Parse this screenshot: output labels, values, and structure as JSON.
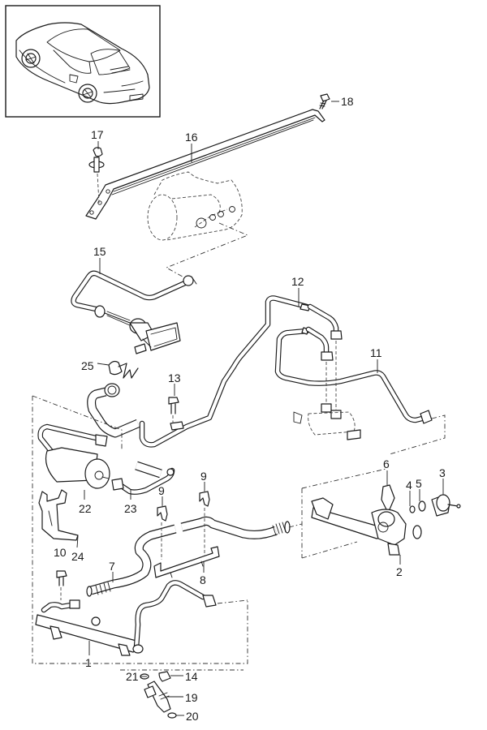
{
  "diagram": {
    "title": "Fuel collection pipe / fuel line exploded parts diagram",
    "inset": {
      "subject": "vehicle overview (coupe, rear three-quarter view)"
    },
    "callouts": [
      {
        "id": "c1",
        "label": "1",
        "part": "fuel collection pipe (left)"
      },
      {
        "id": "c2",
        "label": "2",
        "part": "fuel collection pipe (right)"
      },
      {
        "id": "c3",
        "label": "3",
        "part": "fuel pressure regulator"
      },
      {
        "id": "c4",
        "label": "4",
        "part": "O-ring"
      },
      {
        "id": "c5",
        "label": "5",
        "part": "O-ring"
      },
      {
        "id": "c6",
        "label": "6",
        "part": "retaining clip"
      },
      {
        "id": "c7",
        "label": "7",
        "part": "fuel hose"
      },
      {
        "id": "c8",
        "label": "8",
        "part": "holder"
      },
      {
        "id": "c9a",
        "label": "9",
        "part": "clip"
      },
      {
        "id": "c9b",
        "label": "9",
        "part": "clip"
      },
      {
        "id": "c10",
        "label": "10",
        "part": "bolt"
      },
      {
        "id": "c11",
        "label": "11",
        "part": "fuel line"
      },
      {
        "id": "c12",
        "label": "12",
        "part": "fuel line"
      },
      {
        "id": "c13",
        "label": "13",
        "part": "bolt"
      },
      {
        "id": "c14",
        "label": "14",
        "part": "clip"
      },
      {
        "id": "c15",
        "label": "15",
        "part": "vacuum line with valve"
      },
      {
        "id": "c16",
        "label": "16",
        "part": "support bar"
      },
      {
        "id": "c17",
        "label": "17",
        "part": "clip fastener"
      },
      {
        "id": "c18",
        "label": "18",
        "part": "bolt"
      },
      {
        "id": "c19",
        "label": "19",
        "part": "injection valve"
      },
      {
        "id": "c20",
        "label": "20",
        "part": "O-ring"
      },
      {
        "id": "c21",
        "label": "21",
        "part": "O-ring"
      },
      {
        "id": "c22",
        "label": "22",
        "part": "fuel filter"
      },
      {
        "id": "c23",
        "label": "23",
        "part": "fuel line"
      },
      {
        "id": "c24",
        "label": "24",
        "part": "holder"
      },
      {
        "id": "c25",
        "label": "25",
        "part": "clip"
      }
    ]
  }
}
